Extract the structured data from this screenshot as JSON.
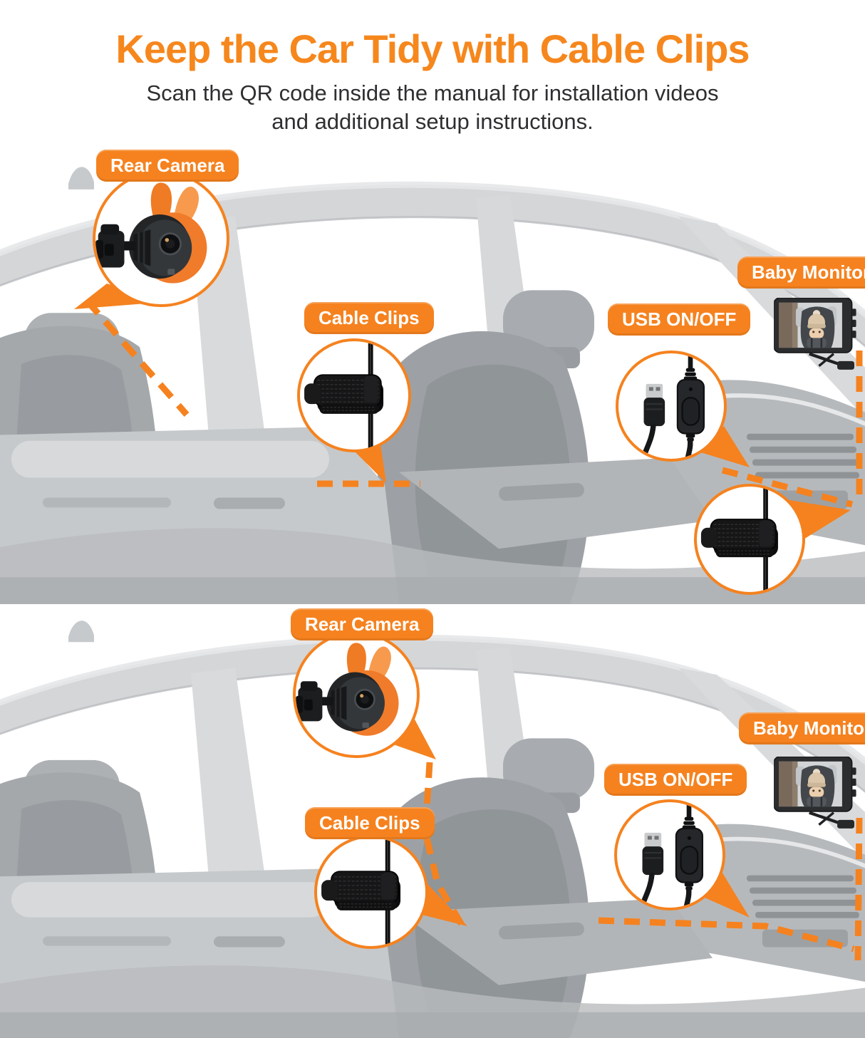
{
  "page": {
    "title": "Keep the Car Tidy with Cable Clips",
    "subtitle_line1": "Scan the QR code inside the manual for installation videos",
    "subtitle_line2": "and additional setup instructions."
  },
  "colors": {
    "accent_orange": "#F5821F",
    "title_orange": "#F6871D",
    "body_text": "#2E2F30",
    "badge_text": "#FFFFFF",
    "camera_shell_orange": "#F07B2A",
    "car_gray_light": "#D6D8DA",
    "car_gray_mid": "#B7BABD",
    "car_gray_seat": "#9DA1A5",
    "device_black": "#1C1D1F"
  },
  "sections": [
    {
      "id": "top-installation-diagram",
      "badges": [
        {
          "id": "rear-camera",
          "label": "Rear Camera"
        },
        {
          "id": "cable-clips",
          "label": "Cable Clips"
        },
        {
          "id": "usb-onoff",
          "label": "USB ON/OFF"
        },
        {
          "id": "baby-monitor",
          "label": "Baby Monitor"
        }
      ],
      "callouts": [
        "rear-camera-closeup",
        "cable-clip-closeup",
        "usb-inline-switch-closeup",
        "cable-clip-closeup-2"
      ]
    },
    {
      "id": "bottom-installation-diagram",
      "badges": [
        {
          "id": "rear-camera",
          "label": "Rear Camera"
        },
        {
          "id": "cable-clips",
          "label": "Cable Clips"
        },
        {
          "id": "usb-onoff",
          "label": "USB ON/OFF"
        },
        {
          "id": "baby-monitor",
          "label": "Baby Monitor"
        }
      ],
      "callouts": [
        "rear-camera-closeup",
        "cable-clip-closeup",
        "usb-inline-switch-closeup"
      ]
    }
  ]
}
